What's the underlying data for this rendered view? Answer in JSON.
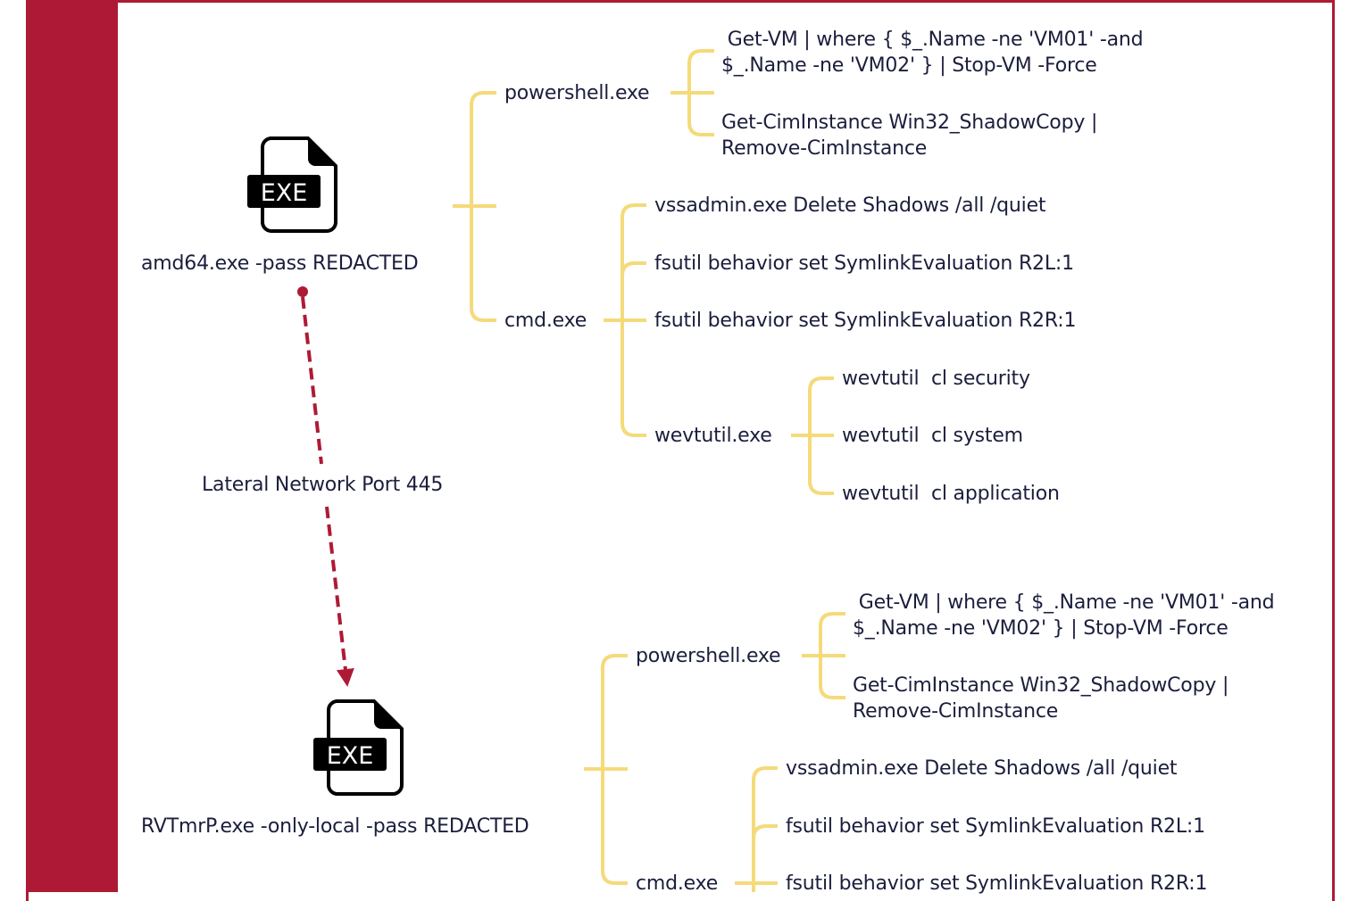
{
  "colors": {
    "accent": "#ae1a35",
    "connector": "#f5da7a",
    "text": "#1b1e3c"
  },
  "edge": {
    "label": "Lateral Network Port 445",
    "style": "dashed-arrow"
  },
  "nodes": [
    {
      "icon": "exe-file-icon",
      "icon_label": "EXE",
      "command": "amd64.exe -pass REDACTED",
      "children": [
        {
          "process": "powershell.exe",
          "commands": [
            " Get-VM | where { $_.Name -ne 'VM01' -and\n$_.Name -ne 'VM02' } | Stop-VM -Force",
            "Get-CimInstance Win32_ShadowCopy |\nRemove-CimInstance"
          ]
        },
        {
          "process": "cmd.exe",
          "commands": [
            "vssadmin.exe Delete Shadows /all /quiet",
            "fsutil behavior set SymlinkEvaluation R2L:1",
            "fsutil behavior set SymlinkEvaluation R2R:1"
          ],
          "sub": {
            "process": "wevtutil.exe",
            "commands": [
              "wevtutil  cl security",
              "wevtutil  cl system",
              "wevtutil  cl application"
            ]
          }
        }
      ]
    },
    {
      "icon": "exe-file-icon",
      "icon_label": "EXE",
      "command": "RVTmrP.exe -only-local -pass REDACTED",
      "children": [
        {
          "process": "powershell.exe",
          "commands": [
            " Get-VM | where { $_.Name -ne 'VM01' -and\n$_.Name -ne 'VM02' } | Stop-VM -Force",
            "Get-CimInstance Win32_ShadowCopy |\nRemove-CimInstance"
          ]
        },
        {
          "process": "cmd.exe",
          "commands": [
            "vssadmin.exe Delete Shadows /all /quiet",
            "fsutil behavior set SymlinkEvaluation R2L:1",
            "fsutil behavior set SymlinkEvaluation R2R:1"
          ]
        }
      ]
    }
  ]
}
